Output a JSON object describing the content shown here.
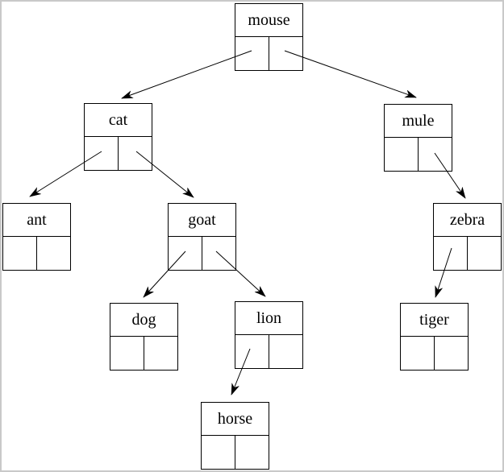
{
  "diagram": {
    "type": "binary-tree",
    "colors": {
      "background": "#ffffff",
      "frame": "#c9c9c9",
      "box_border": "#000000",
      "line": "#000000",
      "text": "#000000"
    },
    "nodes": [
      {
        "label": "mouse"
      },
      {
        "label": "cat"
      },
      {
        "label": "mule"
      },
      {
        "label": "ant"
      },
      {
        "label": "goat"
      },
      {
        "label": "zebra"
      },
      {
        "label": "dog"
      },
      {
        "label": "lion"
      },
      {
        "label": "tiger"
      },
      {
        "label": "horse"
      }
    ],
    "edges": [
      {
        "from": "mouse",
        "via": "left-pointer",
        "to": "cat"
      },
      {
        "from": "mouse",
        "via": "right-pointer",
        "to": "mule"
      },
      {
        "from": "cat",
        "via": "left-pointer",
        "to": "ant"
      },
      {
        "from": "cat",
        "via": "right-pointer",
        "to": "goat"
      },
      {
        "from": "goat",
        "via": "left-pointer",
        "to": "dog"
      },
      {
        "from": "goat",
        "via": "right-pointer",
        "to": "lion"
      },
      {
        "from": "mule",
        "via": "right-pointer",
        "to": "zebra"
      },
      {
        "from": "zebra",
        "via": "left-pointer",
        "to": "tiger"
      },
      {
        "from": "lion",
        "via": "left-pointer",
        "to": "horse"
      }
    ]
  }
}
